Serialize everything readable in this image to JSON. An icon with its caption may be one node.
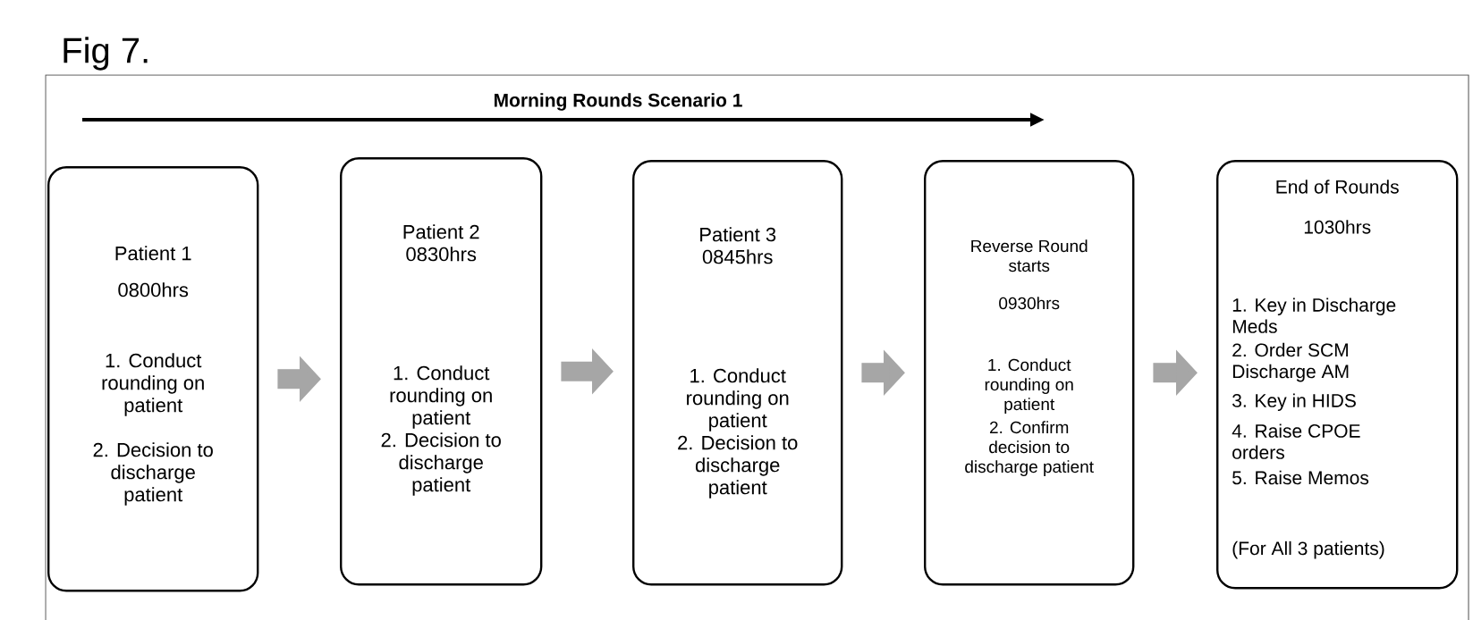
{
  "diagram": {
    "title": "Fig 7.",
    "nodes": [
      {
        "text": [
          "Patient 1",
          "0800hrs",
          "1. Conduct rounding on patient",
          "2. Decision to discharge patient"
        ]
      },
      {
        "text": [
          "Patient 2",
          "0830hrs",
          "1. Conduct rounding on patient",
          "2. Decision to discharge patient"
        ]
      },
      {
        "text": [
          "Patient 3",
          "0845hrs",
          "1. Conduct rounding on patient",
          "2. Decision to discharge patient"
        ]
      },
      {
        "text": [
          "Reverse Round starts",
          "0930hrs",
          "1. Conduct rounding on patient",
          "2. Confirm decision to discharge patient"
        ]
      },
      {
        "text": [
          "End of Rounds",
          "1030hrs",
          "1. Key in Discharge Meds",
          "2. Order SCM Discharge AM",
          "3. Key in HIDS",
          "4. Raise CPOE orders",
          "5. Raise Memos",
          "(For All 3 patients)"
        ]
      }
    ],
    "edges": [
      {
        "from": 0,
        "to": 1,
        "arrow": "to"
      },
      {
        "from": 1,
        "to": 2,
        "arrow": "to"
      },
      {
        "from": 2,
        "to": 3,
        "arrow": "to"
      },
      {
        "from": 3,
        "to": 4,
        "arrow": "to"
      }
    ],
    "labels": [
      "Morning Rounds Scenario 1"
    ]
  }
}
